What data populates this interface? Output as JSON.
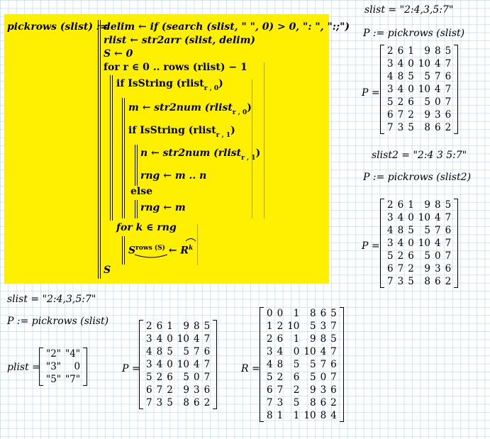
{
  "program": {
    "header": "pickrows (slist) :=",
    "lines": [
      "delim ← if (search (slist, \" \", 0) > 0, \": \", \":;\")",
      "rlist ← str2arr (slist, delim)",
      "S ← 0",
      "for r ∈ 0 .. rows (rlist) − 1",
      "if IsString (rlist",
      "m ← str2num (rlist",
      "if IsString (rlist",
      "n ← str2num (rlist",
      "rng ← m .. n",
      "else",
      "rng ← m",
      "for k ∈ rng",
      "S",
      "← R",
      "S"
    ],
    "subscripts": [
      "r , 0",
      "r , 0",
      "r , 1",
      "r , 1"
    ],
    "super_rows": "rows (S)",
    "super_k": "k"
  },
  "right_panel": {
    "def1": "slist = \"2:4,3,5:7\"",
    "eval1": "P := pickrows (slist)",
    "def2": "slist2 = \"2:4 3 5:7\"",
    "eval2": "P := pickrows (slist2)",
    "label_P": "P ="
  },
  "bottom_panel": {
    "def1": "slist = \"2:4,3,5:7\"",
    "eval1": "P := pickrows (slist)",
    "label_plist": "plist =",
    "label_P": "P =",
    "label_R": "R ="
  },
  "matrices": {
    "P": [
      [
        "2",
        "6",
        "1",
        "9",
        "8",
        "5"
      ],
      [
        "3",
        "4",
        "0",
        "10",
        "4",
        "7"
      ],
      [
        "4",
        "8",
        "5",
        "5",
        "7",
        "6"
      ],
      [
        "3",
        "4",
        "0",
        "10",
        "4",
        "7"
      ],
      [
        "5",
        "2",
        "6",
        "5",
        "0",
        "7"
      ],
      [
        "6",
        "7",
        "2",
        "9",
        "3",
        "6"
      ],
      [
        "7",
        "3",
        "5",
        "8",
        "6",
        "2"
      ]
    ],
    "plist": [
      [
        "\"2\"",
        "\"4\""
      ],
      [
        "\"3\"",
        "0"
      ],
      [
        "\"5\"",
        "\"7\""
      ]
    ],
    "R": [
      [
        "0",
        "0",
        "1",
        "8",
        "6",
        "5"
      ],
      [
        "1",
        "2",
        "10",
        "5",
        "3",
        "7"
      ],
      [
        "2",
        "6",
        "1",
        "9",
        "8",
        "5"
      ],
      [
        "3",
        "4",
        "0",
        "10",
        "4",
        "7"
      ],
      [
        "4",
        "8",
        "5",
        "5",
        "7",
        "6"
      ],
      [
        "5",
        "2",
        "6",
        "5",
        "0",
        "7"
      ],
      [
        "6",
        "7",
        "2",
        "9",
        "3",
        "6"
      ],
      [
        "7",
        "3",
        "5",
        "8",
        "6",
        "2"
      ],
      [
        "8",
        "1",
        "1",
        "10",
        "8",
        "4"
      ]
    ]
  }
}
